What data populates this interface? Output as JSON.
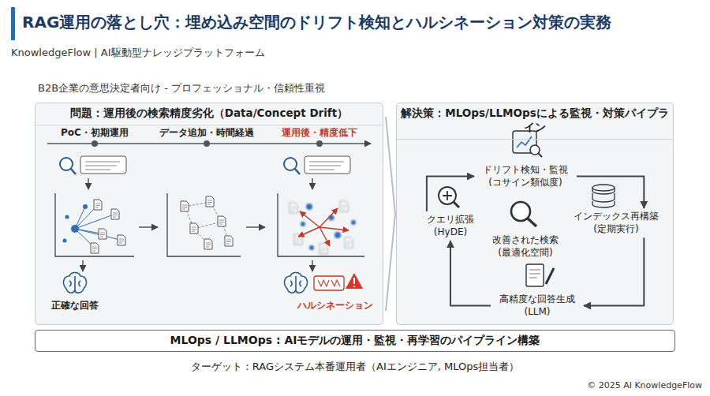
{
  "diagram": {
    "title": "RAG運用の落とし穴：埋め込み空間のドリフト検知とハルシネーション対策の実務",
    "caption": "ターゲット：RAGシステム本番運用者（AIエンジニア, MLOps担当者）",
    "nodes": [
      {
        "text": [
          "問題：運用後の検索精度劣化（Data/Concept Drift）"
        ]
      },
      {
        "text": [
          "解決策：MLOps/LLMOpsによる監視・対策パイプライン"
        ]
      },
      {
        "text": [
          "ドリフト検知・監視 (コサイン類似度)"
        ],
        "in": 1
      },
      {
        "text": [
          "インデックス再構築 (定期実行)"
        ],
        "in": 1
      },
      {
        "text": [
          "改善された検索 (最適化空間)"
        ],
        "in": 1
      },
      {
        "text": [
          "高精度な回答生成 (LLM)"
        ],
        "in": 1
      },
      {
        "text": [
          "クエリ拡張 (HyDE)"
        ],
        "in": 1
      },
      {
        "text": [
          "MLOps / LLMOps : AIモデルの運用・監視・再学習のパイプライン構築"
        ]
      }
    ],
    "edges": [
      {
        "from": 2,
        "to": 3,
        "arrow": "to"
      },
      {
        "from": 3,
        "to": 5,
        "arrow": "to"
      },
      {
        "from": 5,
        "to": 6,
        "arrow": "to"
      },
      {
        "from": 6,
        "to": 2,
        "arrow": "to"
      }
    ],
    "labels": [
      "KnowledgeFlow | AI駆動型ナレッジプラットフォーム",
      "B2B企業の意思決定者向け - プロフェッショナル・信頼性重視",
      "PoC・初期運用",
      "データ追加・時間経過",
      "運用後・精度低下",
      "正確な回答",
      "ハルシネーション",
      "© 2025 AI KnowledgeFlow"
    ]
  }
}
